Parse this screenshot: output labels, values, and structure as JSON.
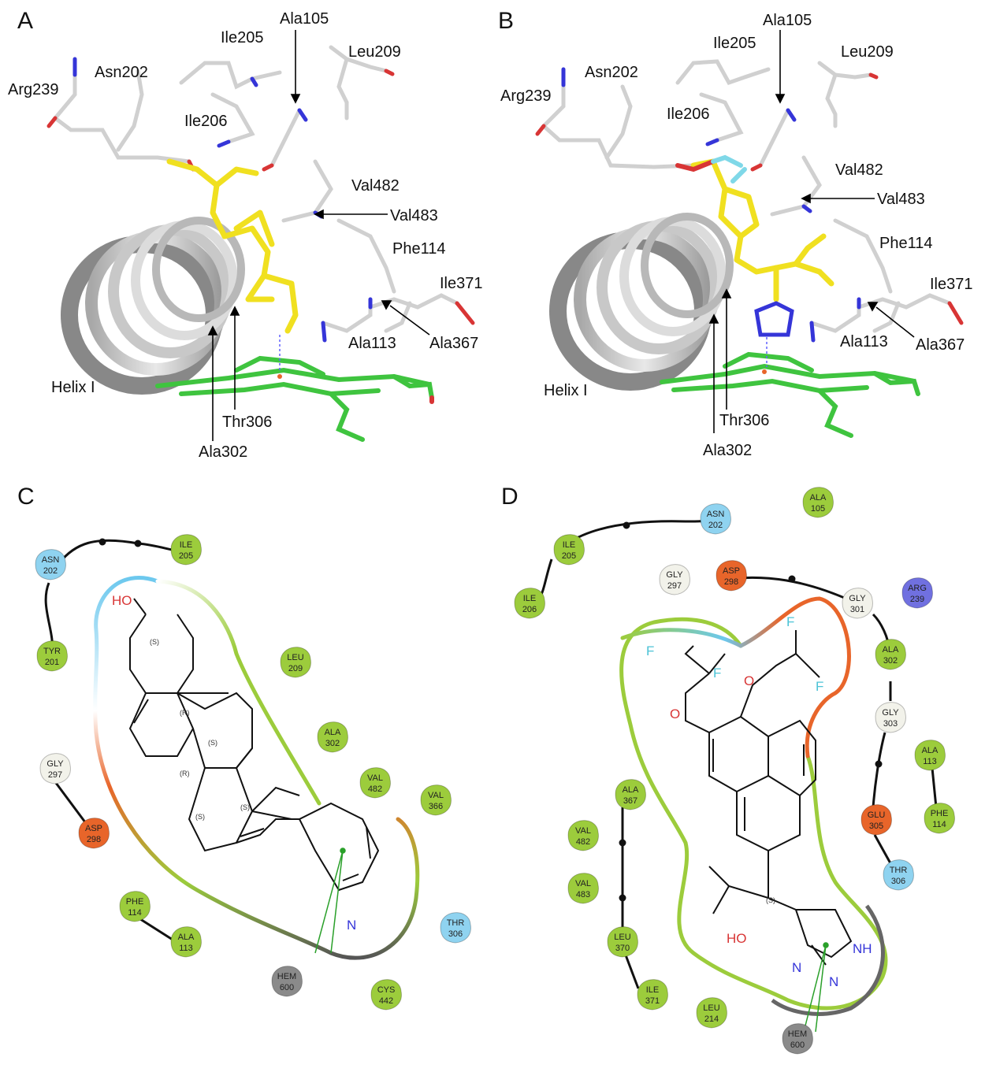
{
  "panels": [
    {
      "letter": "A"
    },
    {
      "letter": "B"
    },
    {
      "letter": "C"
    },
    {
      "letter": "D"
    }
  ],
  "colors": {
    "hydrophobic": "#9ccc3c",
    "polar": "#8fd3f0",
    "negative": "#e8652a",
    "positive": "#7070e0",
    "glycine": "#f2f2ea",
    "metal": "#8a8a8a",
    "heme": "#3fc43f",
    "ligand": "#f0e020",
    "nitrogen": "#3535d8",
    "oxygen": "#d83535",
    "fluorine": "#7fd8e8",
    "protein": "#d0d0d0"
  },
  "panel_a": {
    "labels": [
      "Ala105",
      "Ile205",
      "Leu209",
      "Asn202",
      "Arg239",
      "Ile206",
      "Val482",
      "Val483",
      "Phe114",
      "Ile371",
      "Ala113",
      "Ala367",
      "Helix I",
      "Thr306",
      "Ala302"
    ]
  },
  "panel_b": {
    "labels": [
      "Ala105",
      "Ile205",
      "Leu209",
      "Asn202",
      "Arg239",
      "Ile206",
      "Val482",
      "Val483",
      "Phe114",
      "Ile371",
      "Ala113",
      "Ala367",
      "Helix I",
      "Thr306",
      "Ala302"
    ]
  },
  "panel_c": {
    "residues": [
      {
        "name": "ASN",
        "num": "202",
        "cls": "polar"
      },
      {
        "name": "ILE",
        "num": "205",
        "cls": "hydrophobic"
      },
      {
        "name": "TYR",
        "num": "201",
        "cls": "hydrophobic"
      },
      {
        "name": "LEU",
        "num": "209",
        "cls": "hydrophobic"
      },
      {
        "name": "ALA",
        "num": "302",
        "cls": "hydrophobic"
      },
      {
        "name": "VAL",
        "num": "482",
        "cls": "hydrophobic"
      },
      {
        "name": "VAL",
        "num": "366",
        "cls": "hydrophobic"
      },
      {
        "name": "GLY",
        "num": "297",
        "cls": "glycine"
      },
      {
        "name": "ASP",
        "num": "298",
        "cls": "negative"
      },
      {
        "name": "PHE",
        "num": "114",
        "cls": "hydrophobic"
      },
      {
        "name": "ALA",
        "num": "113",
        "cls": "hydrophobic"
      },
      {
        "name": "THR",
        "num": "306",
        "cls": "polar"
      },
      {
        "name": "HEM",
        "num": "600",
        "cls": "metal"
      },
      {
        "name": "CYS",
        "num": "442",
        "cls": "hydrophobic"
      }
    ],
    "atoms": [
      "HO",
      "N"
    ],
    "stereo": [
      "(S)",
      "(R)",
      "(S)",
      "(R)",
      "(S)",
      "(S)"
    ]
  },
  "panel_d": {
    "residues": [
      {
        "name": "ASN",
        "num": "202",
        "cls": "polar"
      },
      {
        "name": "ALA",
        "num": "105",
        "cls": "hydrophobic"
      },
      {
        "name": "ILE",
        "num": "205",
        "cls": "hydrophobic"
      },
      {
        "name": "GLY",
        "num": "297",
        "cls": "glycine"
      },
      {
        "name": "ASP",
        "num": "298",
        "cls": "negative"
      },
      {
        "name": "GLY",
        "num": "301",
        "cls": "glycine"
      },
      {
        "name": "ARG",
        "num": "239",
        "cls": "positive"
      },
      {
        "name": "ILE",
        "num": "206",
        "cls": "hydrophobic"
      },
      {
        "name": "ALA",
        "num": "302",
        "cls": "hydrophobic"
      },
      {
        "name": "GLY",
        "num": "303",
        "cls": "glycine"
      },
      {
        "name": "ALA",
        "num": "113",
        "cls": "hydrophobic"
      },
      {
        "name": "PHE",
        "num": "114",
        "cls": "hydrophobic"
      },
      {
        "name": "GLU",
        "num": "305",
        "cls": "negative"
      },
      {
        "name": "THR",
        "num": "306",
        "cls": "polar"
      },
      {
        "name": "ALA",
        "num": "367",
        "cls": "hydrophobic"
      },
      {
        "name": "VAL",
        "num": "482",
        "cls": "hydrophobic"
      },
      {
        "name": "VAL",
        "num": "483",
        "cls": "hydrophobic"
      },
      {
        "name": "LEU",
        "num": "370",
        "cls": "hydrophobic"
      },
      {
        "name": "ILE",
        "num": "371",
        "cls": "hydrophobic"
      },
      {
        "name": "LEU",
        "num": "214",
        "cls": "hydrophobic"
      },
      {
        "name": "HEM",
        "num": "600",
        "cls": "metal"
      }
    ],
    "atoms": [
      "F",
      "F",
      "F",
      "F",
      "O",
      "O",
      "HO",
      "NH",
      "N",
      "N"
    ],
    "stereo": [
      "(S)"
    ]
  }
}
